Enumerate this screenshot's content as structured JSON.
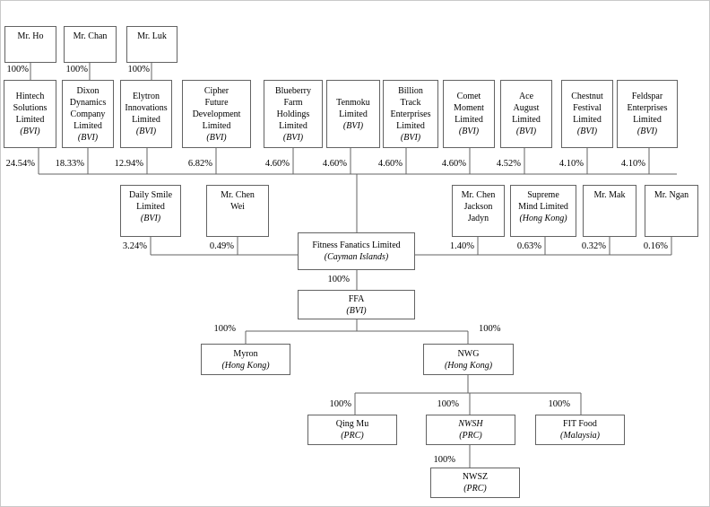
{
  "nodes": {
    "ho": {
      "name": "Mr. Ho"
    },
    "chan": {
      "name": "Mr. Chan"
    },
    "luk": {
      "name": "Mr. Luk"
    },
    "hintech": {
      "name": "Hintech\nSolutions\nLimited",
      "jur": "(BVI)"
    },
    "dixon": {
      "name": "Dixon\nDynamics\nCompany\nLimited",
      "jur": "(BVI)"
    },
    "elytron": {
      "name": "Elytron\nInnovations\nLimited",
      "jur": "(BVI)"
    },
    "cipher": {
      "name": "Cipher\nFuture\nDevelopment\nLimited",
      "jur": "(BVI)"
    },
    "blueberry": {
      "name": "Blueberry\nFarm\nHoldings\nLimited",
      "jur": "(BVI)"
    },
    "tenmoku": {
      "name": "Tenmoku\nLimited",
      "jur": "(BVI)"
    },
    "billion": {
      "name": "Billion\nTrack\nEnterprises\nLimited",
      "jur": "(BVI)"
    },
    "comet": {
      "name": "Comet\nMoment\nLimited",
      "jur": "(BVI)"
    },
    "ace": {
      "name": "Ace\nAugust\nLimited",
      "jur": "(BVI)"
    },
    "chestnut": {
      "name": "Chestnut\nFestival\nLimited",
      "jur": "(BVI)"
    },
    "feldspar": {
      "name": "Feldspar\nEnterprises\nLimited",
      "jur": "(BVI)"
    },
    "daily": {
      "name": "Daily Smile\nLimited",
      "jur": "(BVI)"
    },
    "chenwei": {
      "name": "Mr. Chen\nWei"
    },
    "jadyn": {
      "name": "Mr. Chen\nJackson\nJadyn"
    },
    "supreme": {
      "name": "Supreme\nMind Limited",
      "jur": "(Hong Kong)"
    },
    "mak": {
      "name": "Mr. Mak"
    },
    "ngan": {
      "name": "Mr. Ngan"
    },
    "fitness": {
      "name": "Fitness Fanatics Limited",
      "jur": "(Cayman Islands)"
    },
    "ffa": {
      "name": "FFA",
      "jur": "(BVI)"
    },
    "myron": {
      "name": "Myron",
      "jur": "(Hong Kong)"
    },
    "nwg": {
      "name": "NWG",
      "jur": "(Hong Kong)"
    },
    "qingmu": {
      "name": "Qing Mu",
      "jur": "(PRC)"
    },
    "nwsh": {
      "name": "NWSH",
      "jur": "(PRC)"
    },
    "fitfood": {
      "name": "FIT Food",
      "jur": "(Malaysia)"
    },
    "nwsz": {
      "name": "NWSZ",
      "jur": "(PRC)"
    }
  },
  "labels": {
    "ho": "100%",
    "chan": "100%",
    "luk": "100%",
    "hintech": "24.54%",
    "dixon": "18.33%",
    "elytron": "12.94%",
    "cipher": "6.82%",
    "blueberry": "4.60%",
    "tenmoku": "4.60%",
    "billion": "4.60%",
    "comet": "4.60%",
    "ace": "4.52%",
    "chestnut": "4.10%",
    "feldspar": "4.10%",
    "daily": "3.24%",
    "chenwei": "0.49%",
    "jadyn": "1.40%",
    "supreme": "0.63%",
    "mak": "0.32%",
    "ngan": "0.16%",
    "fitness_ffa": "100%",
    "ffa_myron": "100%",
    "ffa_nwg": "100%",
    "nwg_qingmu": "100%",
    "nwg_nwsh": "100%",
    "nwg_fitfood": "100%",
    "nwsh_nwsz": "100%"
  },
  "colors": {
    "line": "#636363",
    "text": "#000000",
    "background": "#ffffff"
  }
}
